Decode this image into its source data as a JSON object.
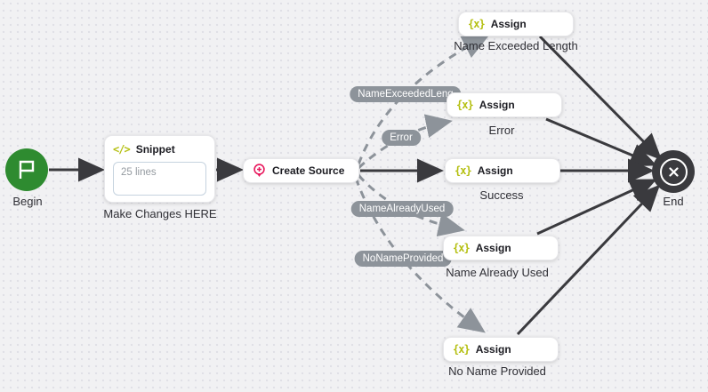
{
  "colors": {
    "background": "#f1f1f3",
    "begin_green": "#2e8b30",
    "end_dark": "#3a3a3e",
    "icon_yellow_green": "#b4bf10",
    "pin_pink": "#e8185d",
    "edge_solid": "#3a3a3e",
    "edge_dashed": "#8d939a",
    "pill_gray": "#8d939a"
  },
  "nodes": {
    "begin": {
      "label": "Begin"
    },
    "snippet": {
      "icon_glyph": "</>",
      "title": "Snippet",
      "body_text": "25 lines",
      "label": "Make Changes HERE"
    },
    "create_source": {
      "title": "Create Source"
    },
    "assigns": [
      {
        "icon_glyph": "{x}",
        "title": "Assign",
        "label": "Name Exceeded Length"
      },
      {
        "icon_glyph": "{x}",
        "title": "Assign",
        "label": "Error"
      },
      {
        "icon_glyph": "{x}",
        "title": "Assign",
        "label": "Success"
      },
      {
        "icon_glyph": "{x}",
        "title": "Assign",
        "label": "Name Already Used"
      },
      {
        "icon_glyph": "{x}",
        "title": "Assign",
        "label": "No Name Provided"
      }
    ],
    "end": {
      "label": "End"
    }
  },
  "edge_labels": [
    {
      "text": "NameExceededLeng"
    },
    {
      "text": "Error"
    },
    {
      "text": "NameAlreadyUsed"
    },
    {
      "text": "NoNameProvided"
    }
  ]
}
